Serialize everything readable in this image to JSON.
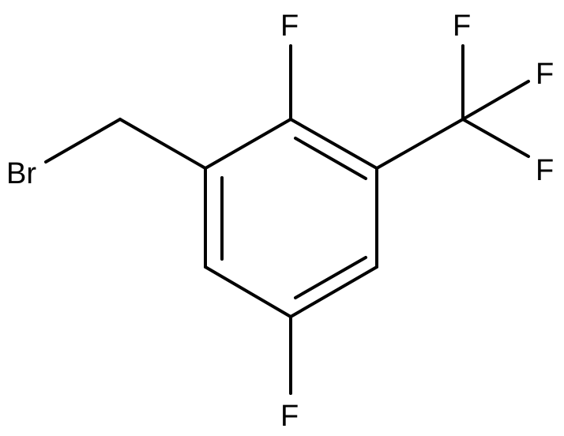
{
  "structure": {
    "atoms": {
      "bromine": "Br",
      "fluorine_top": "F",
      "fluorine_bottom": "F",
      "cf3_fluorine_top": "F",
      "cf3_fluorine_right": "F",
      "cf3_fluorine_lower": "F"
    },
    "colors": {
      "bond": "#000000",
      "label": "#000000",
      "background": "#ffffff"
    }
  }
}
